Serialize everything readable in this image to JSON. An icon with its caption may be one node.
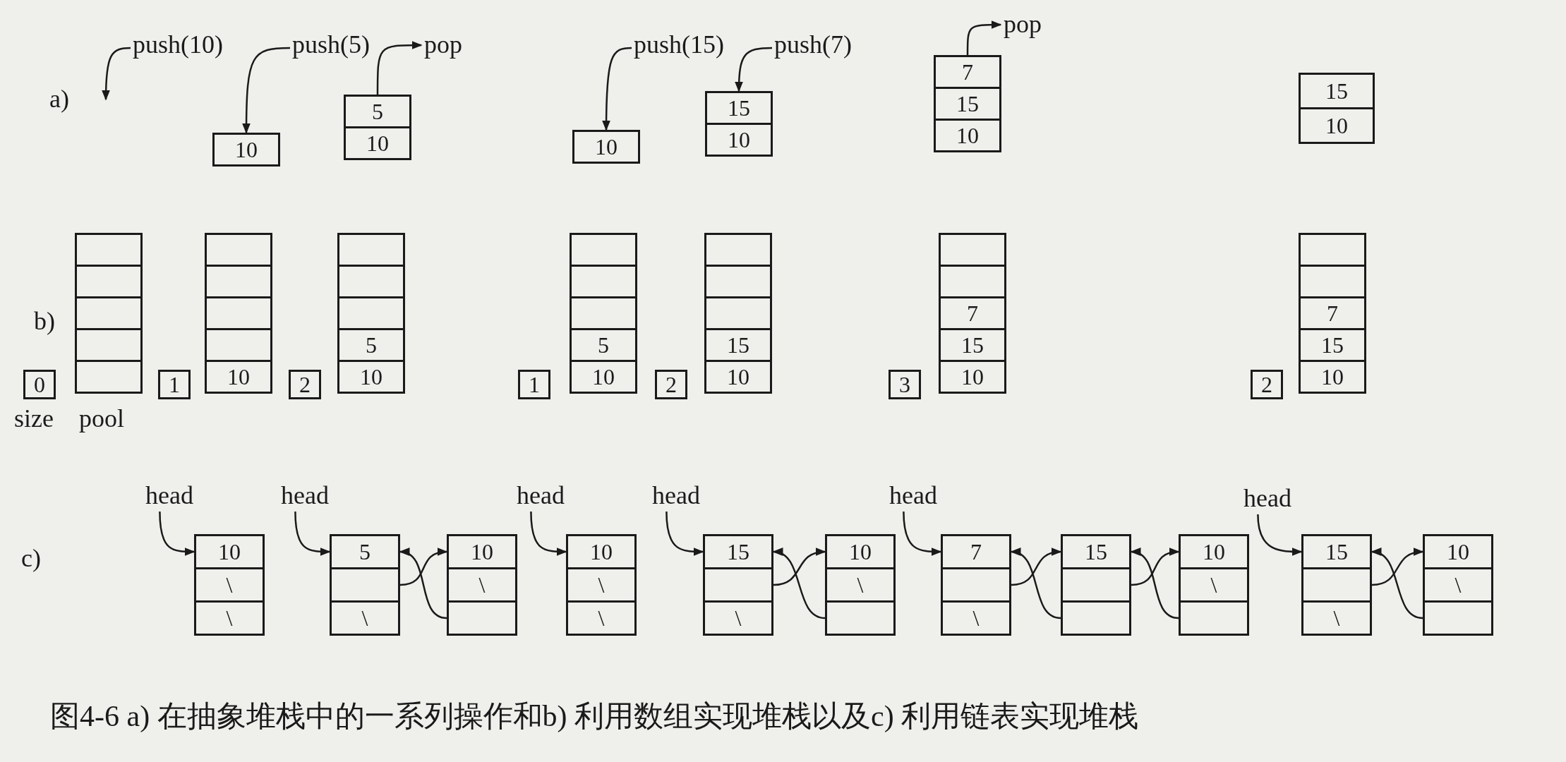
{
  "diagram": {
    "caption": "图4-6 a) 在抽象堆栈中的一系列操作和b) 利用数组实现堆栈以及c) 利用链表实现堆栈",
    "nodes": [
      {
        "text": [
          "push(10)"
        ]
      },
      {
        "text": [
          "push(5)"
        ]
      },
      {
        "text": [
          "10"
        ]
      },
      {
        "text": [
          "5"
        ]
      },
      {
        "text": [
          "10"
        ]
      },
      {
        "text": [
          "pop"
        ]
      },
      {
        "text": [
          "push(15)"
        ]
      },
      {
        "text": [
          "push(7)"
        ]
      },
      {
        "text": [
          "10"
        ]
      },
      {
        "text": [
          "15"
        ]
      },
      {
        "text": [
          "10"
        ]
      },
      {
        "text": [
          "pop"
        ]
      },
      {
        "text": [
          "7"
        ]
      },
      {
        "text": [
          "15"
        ]
      },
      {
        "text": [
          "10"
        ]
      },
      {
        "text": [
          "15"
        ]
      },
      {
        "text": [
          "10"
        ]
      },
      {
        "text": [
          "0"
        ]
      },
      {
        "text": [],
        "shape": "box"
      },
      {
        "text": [],
        "shape": "box"
      },
      {
        "text": [],
        "shape": "box"
      },
      {
        "text": [],
        "shape": "box"
      },
      {
        "text": [],
        "shape": "box"
      },
      {
        "text": [
          "1"
        ]
      },
      {
        "text": [],
        "shape": "box"
      },
      {
        "text": [],
        "shape": "box"
      },
      {
        "text": [],
        "shape": "box"
      },
      {
        "text": [],
        "shape": "box"
      },
      {
        "text": [
          "10"
        ]
      },
      {
        "text": [
          "2"
        ]
      },
      {
        "text": [],
        "shape": "box"
      },
      {
        "text": [],
        "shape": "box"
      },
      {
        "text": [],
        "shape": "box"
      },
      {
        "text": [
          "5"
        ]
      },
      {
        "text": [
          "10"
        ]
      },
      {
        "text": [
          "1"
        ]
      },
      {
        "text": [],
        "shape": "box"
      },
      {
        "text": [],
        "shape": "box"
      },
      {
        "text": [],
        "shape": "box"
      },
      {
        "text": [
          "5"
        ]
      },
      {
        "text": [
          "10"
        ]
      },
      {
        "text": [
          "2"
        ]
      },
      {
        "text": [],
        "shape": "box"
      },
      {
        "text": [],
        "shape": "box"
      },
      {
        "text": [],
        "shape": "box"
      },
      {
        "text": [
          "15"
        ]
      },
      {
        "text": [
          "10"
        ]
      },
      {
        "text": [
          "3"
        ]
      },
      {
        "text": [],
        "shape": "box"
      },
      {
        "text": [],
        "shape": "box"
      },
      {
        "text": [
          "7"
        ]
      },
      {
        "text": [
          "15"
        ]
      },
      {
        "text": [
          "10"
        ]
      },
      {
        "text": [
          "2"
        ]
      },
      {
        "text": [],
        "shape": "box"
      },
      {
        "text": [],
        "shape": "box"
      },
      {
        "text": [
          "7"
        ]
      },
      {
        "text": [
          "15"
        ]
      },
      {
        "text": [
          "10"
        ]
      },
      {
        "text": [
          "head"
        ]
      },
      {
        "text": [
          "10"
        ]
      },
      {
        "text": [
          "\\"
        ]
      },
      {
        "text": [
          "\\"
        ]
      },
      {
        "text": [
          "head"
        ]
      },
      {
        "text": [
          "5"
        ]
      },
      {
        "text": [],
        "shape": "box"
      },
      {
        "text": [
          "\\"
        ]
      },
      {
        "text": [
          "10"
        ]
      },
      {
        "text": [
          "\\"
        ]
      },
      {
        "text": [],
        "shape": "box"
      },
      {
        "text": [
          "head"
        ]
      },
      {
        "text": [
          "10"
        ]
      },
      {
        "text": [
          "\\"
        ]
      },
      {
        "text": [
          "\\"
        ]
      },
      {
        "text": [
          "head"
        ]
      },
      {
        "text": [
          "15"
        ]
      },
      {
        "text": [],
        "shape": "box"
      },
      {
        "text": [
          "\\"
        ]
      },
      {
        "text": [
          "10"
        ]
      },
      {
        "text": [
          "\\"
        ]
      },
      {
        "text": [],
        "shape": "box"
      },
      {
        "text": [
          "head"
        ]
      },
      {
        "text": [
          "7"
        ]
      },
      {
        "text": [],
        "shape": "box"
      },
      {
        "text": [
          "\\"
        ]
      },
      {
        "text": [
          "15"
        ]
      },
      {
        "text": [],
        "shape": "box"
      },
      {
        "text": [],
        "shape": "box"
      },
      {
        "text": [
          "10"
        ]
      },
      {
        "text": [
          "\\"
        ]
      },
      {
        "text": [],
        "shape": "box"
      },
      {
        "text": [
          "head"
        ]
      },
      {
        "text": [
          "15"
        ]
      },
      {
        "text": [],
        "shape": "box"
      },
      {
        "text": [
          "\\"
        ]
      },
      {
        "text": [
          "10"
        ]
      },
      {
        "text": [
          "\\"
        ]
      },
      {
        "text": [],
        "shape": "box"
      }
    ],
    "edges": [
      {
        "from": 0,
        "to": null,
        "arrow": "to"
      },
      {
        "from": 1,
        "to": 2,
        "arrow": "to"
      },
      {
        "from": 3,
        "to": 5,
        "arrow": "to"
      },
      {
        "from": 6,
        "to": 8,
        "arrow": "to"
      },
      {
        "from": 7,
        "to": 9,
        "arrow": "to"
      },
      {
        "from": 12,
        "to": 11,
        "arrow": "to"
      },
      {
        "from": 59,
        "to": 60,
        "arrow": "to"
      },
      {
        "from": 63,
        "to": 64,
        "arrow": "to"
      },
      {
        "from": 65,
        "to": 67,
        "arrow": "to"
      },
      {
        "from": 69,
        "to": 64,
        "arrow": "to"
      },
      {
        "from": 70,
        "to": 71,
        "arrow": "to"
      },
      {
        "from": 74,
        "to": 75,
        "arrow": "to"
      },
      {
        "from": 76,
        "to": 78,
        "arrow": "to"
      },
      {
        "from": 80,
        "to": 75,
        "arrow": "to"
      },
      {
        "from": 81,
        "to": 82,
        "arrow": "to"
      },
      {
        "from": 83,
        "to": 85,
        "arrow": "to"
      },
      {
        "from": 87,
        "to": 82,
        "arrow": "to"
      },
      {
        "from": 86,
        "to": 88,
        "arrow": "to"
      },
      {
        "from": 90,
        "to": 85,
        "arrow": "to"
      },
      {
        "from": 91,
        "to": 92,
        "arrow": "to"
      },
      {
        "from": 93,
        "to": 95,
        "arrow": "to"
      },
      {
        "from": 97,
        "to": 92,
        "arrow": "to"
      }
    ],
    "labels": [
      "a)",
      "b)",
      "size",
      "pool",
      "c)"
    ]
  }
}
